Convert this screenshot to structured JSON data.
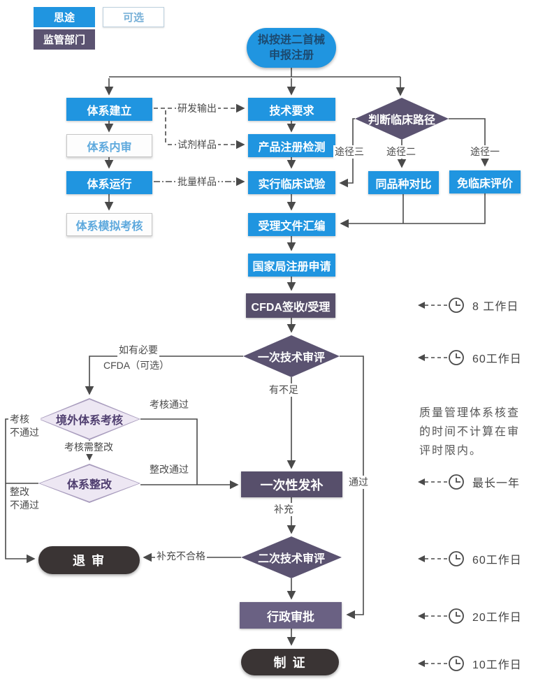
{
  "legend": {
    "situ": "思途",
    "optional": "可选",
    "regulator": "监管部门"
  },
  "nodes": {
    "start": "拟按进二首械申报注册",
    "system_build": "体系建立",
    "tech_requirements": "技术要求",
    "clinical_path_decision": "判断临床路径",
    "system_internal_audit": "体系内审",
    "product_registration_test": "产品注册检测",
    "system_operation": "体系运行",
    "clinical_trial": "实行临床试验",
    "same_variety_comparison": "同品种对比",
    "clinical_exempt_evaluation": "免临床评价",
    "system_mock_assessment": "体系模拟考核",
    "acceptance_documents": "受理文件汇编",
    "national_registration": "国家局注册申请",
    "cfda_acceptance": "CFDA签收/受理",
    "first_technical_review": "一次技术审评",
    "overseas_system_assessment": "境外体系考核",
    "system_rectification": "体系整改",
    "one_time_supplement": "一次性发补",
    "second_technical_review": "二次技术审评",
    "reject": "退 审",
    "administrative_approval": "行政审批",
    "certificate": "制 证"
  },
  "edge_labels": {
    "rd_output": "研发输出",
    "reagent_sample": "试剂样品",
    "batch_sample": "批量样品",
    "path3": "途径三",
    "path2": "途径二",
    "path1": "途径一",
    "if_necessary": "如有必要",
    "cfda_optional": "CFDA（可选）",
    "insufficient": "有不足",
    "assessment_pass": "考核通过",
    "assessment_fail": "考核\n不通过",
    "assessment_needs_rectification": "考核需整改",
    "rectification_pass": "整改通过",
    "rectification_fail": "整改\n不通过",
    "pass": "通过",
    "supplement": "补充",
    "supplement_unqualified": "补充不合格"
  },
  "timers": [
    {
      "label": "8 工作日"
    },
    {
      "label": "60工作日"
    },
    {
      "label": "最长一年"
    },
    {
      "label": "60工作日"
    },
    {
      "label": "20工作日"
    },
    {
      "label": "10工作日"
    }
  ],
  "note": "质量管理体系核查的时间不计算在审评时限内。",
  "colors": {
    "blue": "#2095e0",
    "dark_purple": "#5b5371",
    "admin_purple": "#6a6183",
    "light_purple_fill": "#ede7f3",
    "light_purple_border": "#a89cbd",
    "black_pill": "#3a3434",
    "line": "#4a4a4a"
  }
}
